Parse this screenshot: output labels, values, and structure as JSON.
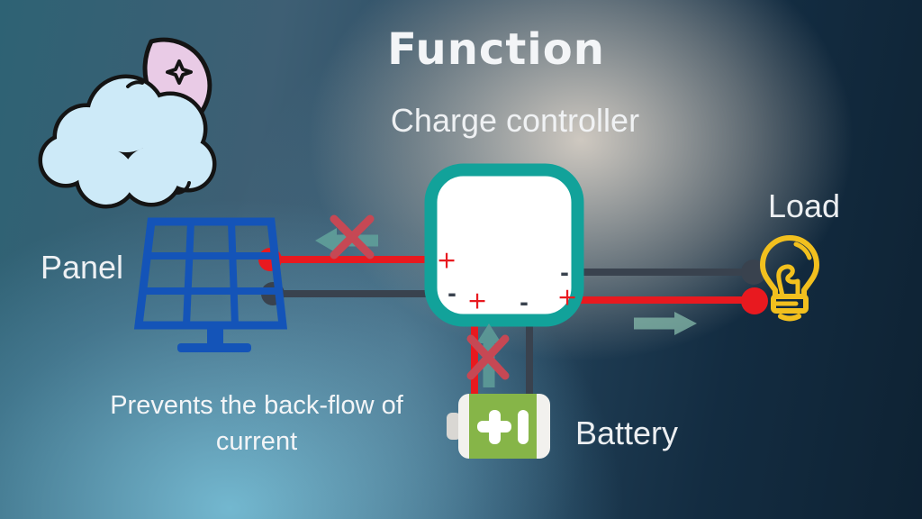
{
  "slide": {
    "title": "Function",
    "subtitle": "Charge controller",
    "caption_line1": "Prevents the back-flow of",
    "caption_line2": "current"
  },
  "labels": {
    "panel": "Panel",
    "load": "Load",
    "battery": "Battery"
  },
  "controller_terminals": {
    "pv_positive": "+",
    "pv_negative": "-",
    "battery_positive": "+",
    "battery_negative": "-",
    "load_negative": "-",
    "load_positive": "+"
  },
  "icons": {
    "cloud-moon-icon": "night cloud with crescent moon and star",
    "solar-panel-icon": "blue solar panel on stand",
    "charge-controller-box": "white rounded box with teal border",
    "battery-icon": "green battery with plus terminal",
    "light-bulb-icon": "yellow outline light bulb",
    "blocked-arrow-left-icon": "teal left arrow crossed out",
    "blocked-arrow-up-icon": "teal up arrow crossed out",
    "flow-arrow-right-icon": "teal right arrow"
  },
  "colors": {
    "wire-red": "#e8191f",
    "wire-dark": "#39424e",
    "teal": "#12a29a",
    "arrow-teal": "#5d9a97",
    "arrow-teal-light": "#8cc3b1",
    "x-red": "#c64854",
    "panel-blue": "#1454b8",
    "bulb-yellow": "#f2c01e",
    "battery-green": "#86b548",
    "battery-case": "#f2f1ee",
    "cloud-blue": "#cdeaf8",
    "moon-pink": "#e9cbe6",
    "outline-black": "#141414",
    "text-white": "#f3f5f7"
  }
}
